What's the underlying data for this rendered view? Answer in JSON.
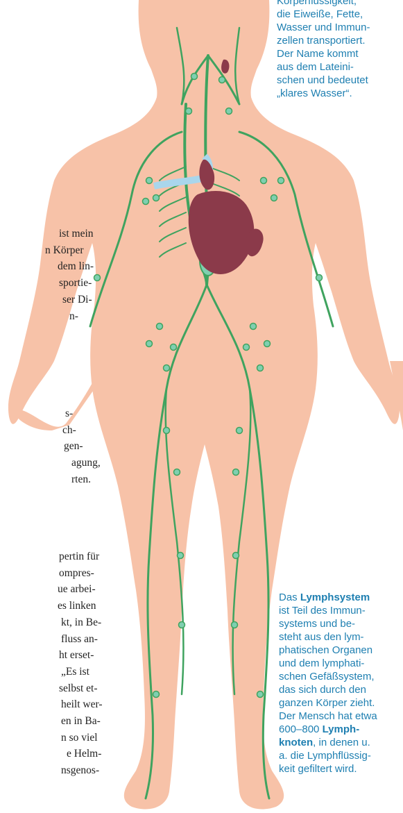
{
  "colors": {
    "skin": "#f7c2a8",
    "lymph_vessel": "#3fa35f",
    "lymph_node": "#7fcfb0",
    "heart": "#8b3a4a",
    "vein": "#a9d6ec",
    "caption_text": "#1e7fb1",
    "article_text": "#222222"
  },
  "caption_top": {
    "lines": [
      "Körperflüssigkeit,",
      "die Eiweiße, Fette,",
      "Wasser und Immun-",
      "zellen transportiert.",
      "Der Name kommt",
      "aus dem Lateini-",
      "schen und bedeutet",
      "„klares Wasser“."
    ]
  },
  "caption_bottom": {
    "l1_prefix": "Das ",
    "l1_bold": "Lymphsystem",
    "lines_a": [
      "ist Teil des Immun-",
      "systems und be-",
      "steht aus den lym-",
      "phatischen Organen",
      "und dem lymphati-",
      "schen Gefäßsystem,",
      "das sich durch den",
      "ganzen Körper zieht.",
      "Der Mensch hat etwa"
    ],
    "l11_prefix": "600–800 ",
    "l11_bold": "Lymph-",
    "l12_bold": "knoten",
    "l12_suffix": ", in denen u.",
    "lines_b": [
      "a. die Lymphflüssig-",
      "keit gefiltert wird."
    ]
  },
  "article_block_1": [
    "ist mein",
    "n Körper",
    "dem lin-",
    "sportie-",
    "ser Di-",
    "n-"
  ],
  "article_block_2": [
    "s-",
    "ch-",
    "gen-",
    "agung,",
    "rten."
  ],
  "article_block_3": [
    "pertin für",
    "ompres-",
    "ue arbei-",
    "es linken",
    "kt, in Be-",
    "fluss an-",
    "ht erset-",
    "„Es ist",
    "selbst et-",
    "heilt wer-",
    "en in Ba-",
    "n so viel",
    "e Helm-",
    "nsgenos-"
  ]
}
